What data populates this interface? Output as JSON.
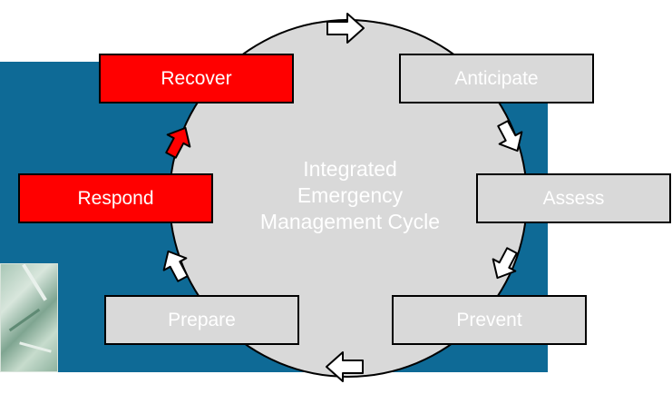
{
  "diagram": {
    "center_title_lines": [
      "Integrated",
      "Emergency",
      "Management Cycle"
    ],
    "steps": [
      {
        "id": "anticipate",
        "label": "Anticipate",
        "active": false
      },
      {
        "id": "assess",
        "label": "Assess",
        "active": false
      },
      {
        "id": "prevent",
        "label": "Prevent",
        "active": false
      },
      {
        "id": "prepare",
        "label": "Prepare",
        "active": false
      },
      {
        "id": "respond",
        "label": "Respond",
        "active": true
      },
      {
        "id": "recover",
        "label": "Recover",
        "active": true
      }
    ]
  },
  "colors": {
    "panel_blue": "#0e6a96",
    "circle_grey": "#d9d9d9",
    "box_grey": "#d9d9d9",
    "active_red": "#ff0000",
    "outline": "#000000"
  },
  "icons": {
    "flow_arrow": "hollow-block-arrow-icon",
    "active_flow_arrow": "red-block-arrow-icon"
  }
}
